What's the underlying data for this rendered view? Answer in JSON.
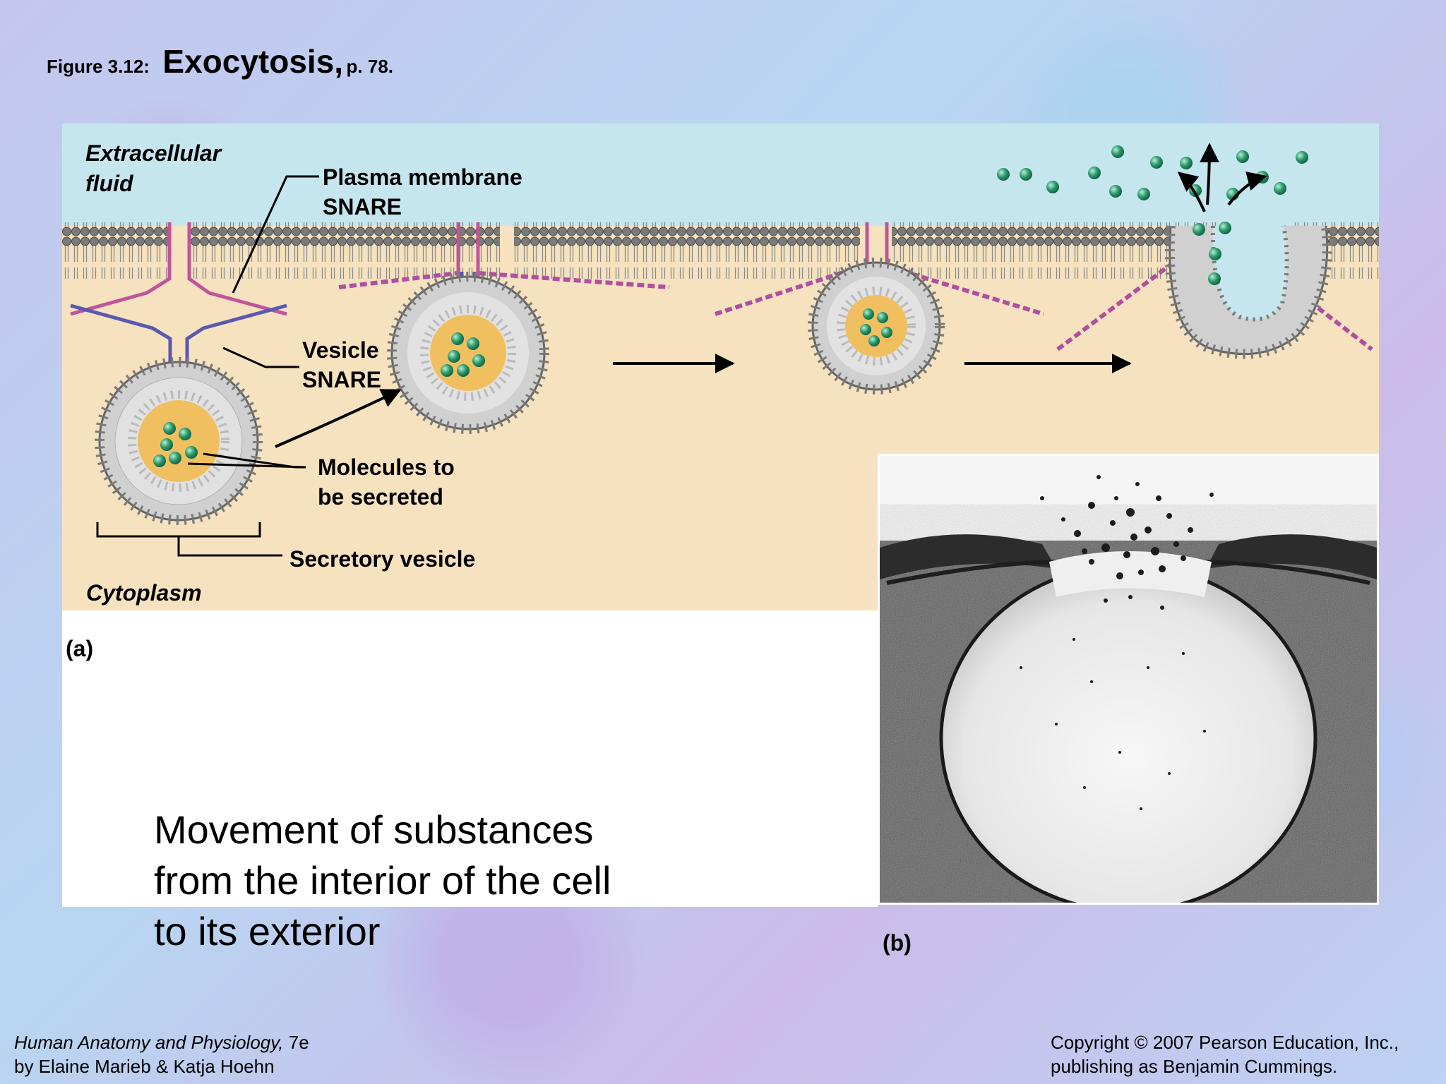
{
  "title": {
    "figure_number": "Figure 3.12:",
    "name": "Exocytosis,",
    "page": "p. 78."
  },
  "diagram": {
    "labels": {
      "extracellular_line1": "Extracellular",
      "extracellular_line2": "fluid",
      "plasma_snare_line1": "Plasma membrane",
      "plasma_snare_line2": "SNARE",
      "vesicle_snare_line1": "Vesicle",
      "vesicle_snare_line2": "SNARE",
      "molecules_line1": "Molecules to",
      "molecules_line2": "be secreted",
      "secretory_vesicle": "Secretory vesicle",
      "cytoplasm": "Cytoplasm"
    },
    "panel_a_label": "(a)",
    "panel_b_label": "(b)",
    "colors": {
      "extracellular": "#c6e6ef",
      "cytoplasm": "#f6e2bf",
      "plasma_snare": "#c0559a",
      "vesicle_snare": "#5a58b0",
      "cargo": "#2e9b6e",
      "lumen": "#f0c060",
      "lipid_head": "#7a7a7a"
    }
  },
  "caption": {
    "line1": "Movement of substances",
    "line2": "from the interior of the cell",
    "line3": "to its exterior"
  },
  "footer": {
    "book_title": "Human Anatomy and Physiology,",
    "edition": " 7e",
    "authors": "by Elaine Marieb & Katja Hoehn",
    "copyright_line1": "Copyright © 2007 Pearson Education, Inc.,",
    "copyright_line2": "publishing as Benjamin Cummings."
  }
}
